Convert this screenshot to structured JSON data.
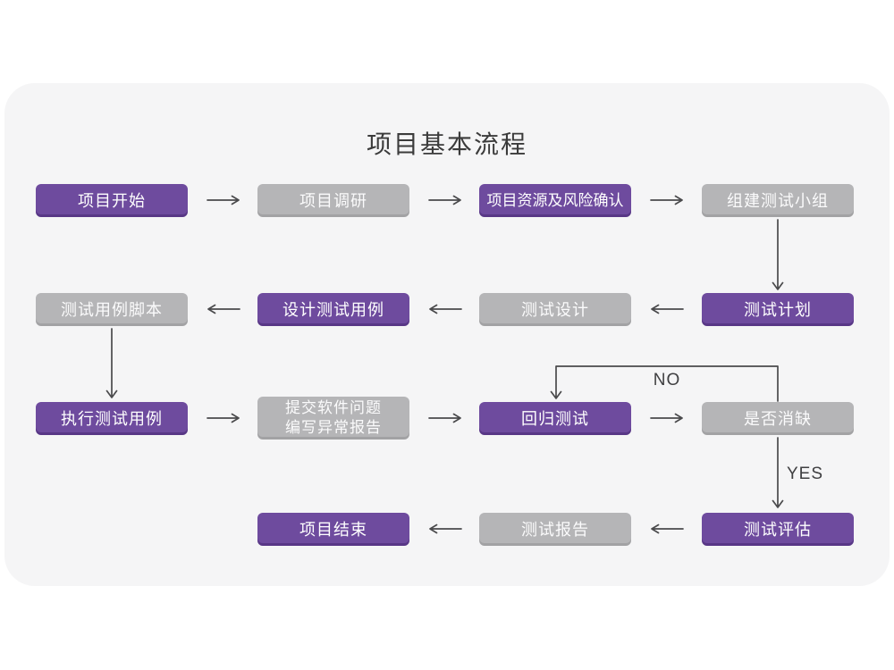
{
  "title": "项目基本流程",
  "nodes": [
    {
      "label": "项目开始",
      "variant": "purple"
    },
    {
      "label": "项目调研",
      "variant": "gray"
    },
    {
      "label": "项目资源及风险确认",
      "variant": "purple"
    },
    {
      "label": "组建测试小组",
      "variant": "gray"
    },
    {
      "label": "测试计划",
      "variant": "purple"
    },
    {
      "label": "测试设计",
      "variant": "gray"
    },
    {
      "label": "设计测试用例",
      "variant": "purple"
    },
    {
      "label": "测试用例脚本",
      "variant": "gray"
    },
    {
      "label": "执行测试用例",
      "variant": "purple"
    },
    {
      "label": "提交软件问题",
      "label2": "编写异常报告",
      "variant": "gray"
    },
    {
      "label": "回归测试",
      "variant": "purple"
    },
    {
      "label": "是否消缺",
      "variant": "gray"
    },
    {
      "label": "测试评估",
      "variant": "purple"
    },
    {
      "label": "测试报告",
      "variant": "gray"
    },
    {
      "label": "项目结束",
      "variant": "purple"
    }
  ],
  "branch_labels": {
    "no": "NO",
    "yes": "YES"
  },
  "colors": {
    "purple_box": "#6E4B9E",
    "purple_box_edge": "#5C3E86",
    "gray_box": "#B5B5B7",
    "gray_box_edge": "#A4A4A6",
    "box_text": "#FFFFFF",
    "arrow": "#4A4A4C",
    "card_background": "#F5F5F6",
    "page_background": "#FFFFFF",
    "title_text": "#3B3B3B"
  }
}
